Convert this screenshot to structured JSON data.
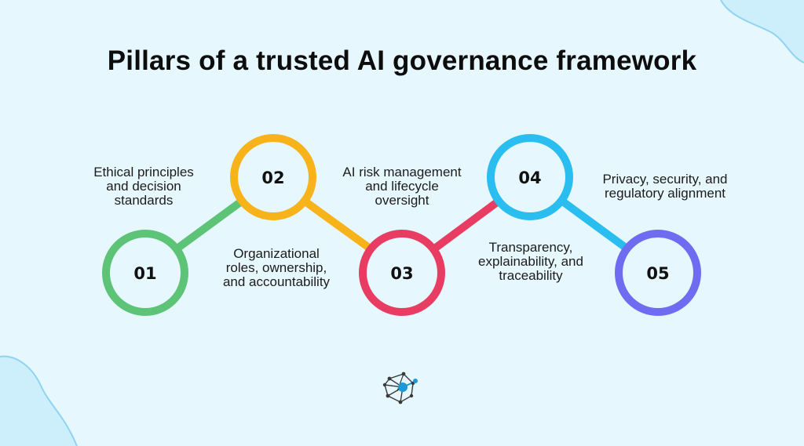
{
  "title": "Pillars of a trusted AI governance framework",
  "colors": {
    "background": "#e6f7fd",
    "blob": "#cdeefb",
    "blob_outline": "#8fd3f2",
    "connector_01_02": "#5dc377",
    "connector_02_03": "#f8b21a",
    "connector_03_04": "#e83c63",
    "connector_04_05": "#29bdf0"
  },
  "pillars": [
    {
      "number": "01",
      "color": "#5dc377",
      "lines": [
        "Ethical principles",
        "and decision",
        "standards"
      ]
    },
    {
      "number": "02",
      "color": "#f8b21a",
      "lines": [
        "Organizational",
        "roles, ownership,",
        "and accountability"
      ]
    },
    {
      "number": "03",
      "color": "#e83c63",
      "lines": [
        "AI risk management",
        "and lifecycle",
        "oversight"
      ]
    },
    {
      "number": "04",
      "color": "#29bdf0",
      "lines": [
        "Transparency,",
        "explainability, and",
        "traceability"
      ]
    },
    {
      "number": "05",
      "color": "#6f6cf2",
      "lines": [
        "Privacy, security, and",
        "regulatory alignment"
      ]
    }
  ],
  "logo": {
    "icon": "network-logo-icon"
  }
}
